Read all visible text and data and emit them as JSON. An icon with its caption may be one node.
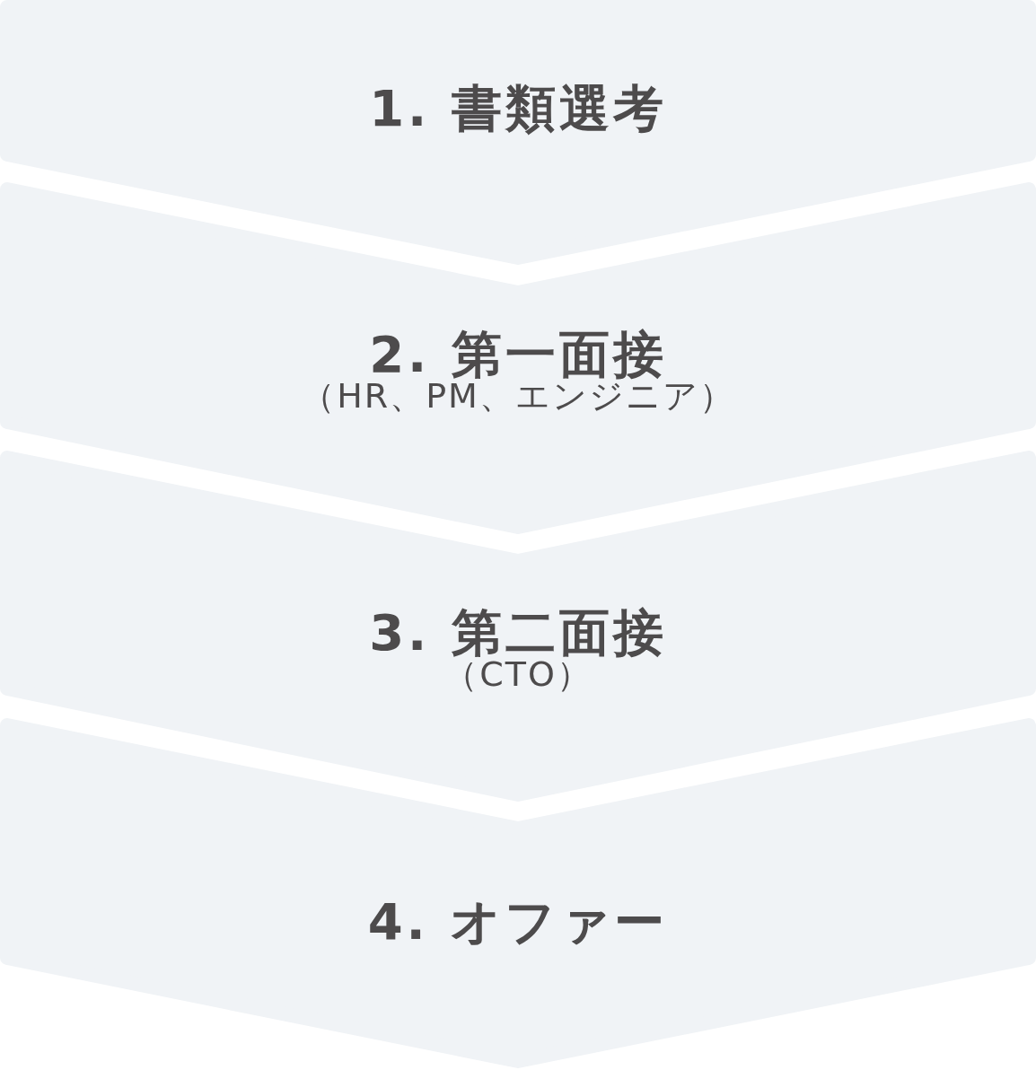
{
  "diagram": {
    "nodes": [
      {
        "text": [
          "1. 書類選考"
        ]
      },
      {
        "text": [
          "2. 第一面接",
          "（HR、PM、エンジニア）"
        ]
      },
      {
        "text": [
          "3. 第二面接",
          "（CTO）"
        ]
      },
      {
        "text": [
          "4. オファー"
        ]
      }
    ]
  }
}
